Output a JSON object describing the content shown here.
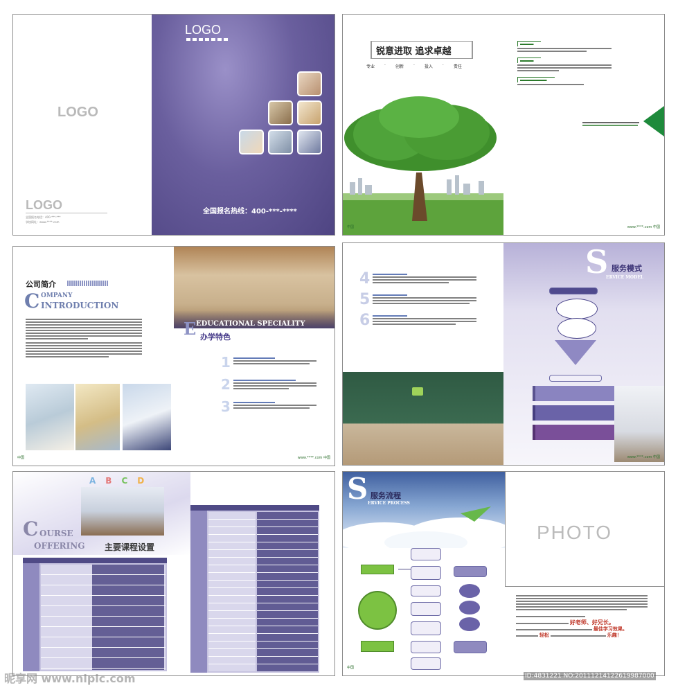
{
  "cover": {
    "logo_top": "LOGO",
    "logo_mid": "LOGO",
    "logo_back": "LOGO",
    "hotline": "全国报名热线：400-***-****",
    "back_info_1": "全国报名电话：400-***-***",
    "back_info_2": "学校网址：www.****.com"
  },
  "p2": {
    "slogan": "锐意进取 追求卓越",
    "values": [
      "专业",
      "·",
      "创新",
      "·",
      "投入",
      "·",
      "责任"
    ]
  },
  "p3": {
    "title_cn": "公司简介",
    "title_en_a": "C",
    "title_en_b": "OMPANY",
    "title_en_c": "INTRODUCTION",
    "edu_en": "EDUCATIONAL SPECIALITY",
    "edu_cap": "E",
    "edu_cn": "办学特色"
  },
  "p4": {
    "nums": [
      "4",
      "5",
      "6"
    ],
    "s_letter": "S",
    "title_cn": "服务模式",
    "title_en": "ERVICE MODEL"
  },
  "p5": {
    "c_letter": "C",
    "title_en_1": "OURSE",
    "title_en_2": "OFFERING",
    "title_cn": "主要课程设置",
    "letters": [
      "A",
      "B",
      "C",
      "D"
    ]
  },
  "p6": {
    "s_letter": "S",
    "title_cn": "服务流程",
    "title_en": "ERVICE PROCESS",
    "photo": "PHOTO",
    "slogan_1": "好老师、好兄长。",
    "slogan_2": "最佳学习效果。",
    "slogan_3": "轻松",
    "slogan_4": "乐趣！"
  },
  "watermark": {
    "site": "昵享网 www.nipic.com",
    "id": "ID:4831221 NO:20111214122619987000"
  }
}
